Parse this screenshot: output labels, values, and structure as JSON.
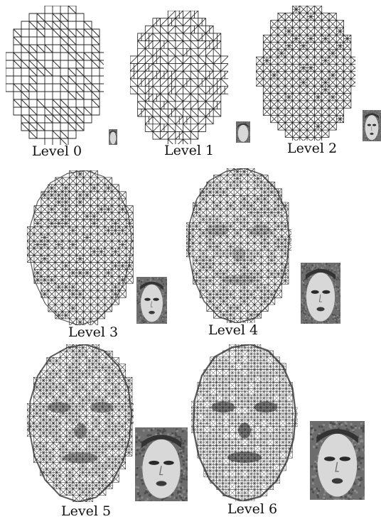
{
  "figure": {
    "levels": [
      {
        "label": "Level 0",
        "mesh_detail": 0
      },
      {
        "label": "Level 1",
        "mesh_detail": 1
      },
      {
        "label": "Level 2",
        "mesh_detail": 2
      },
      {
        "label": "Level 3",
        "mesh_detail": 3
      },
      {
        "label": "Level 4",
        "mesh_detail": 4
      },
      {
        "label": "Level 5",
        "mesh_detail": 5
      },
      {
        "label": "Level 6",
        "mesh_detail": 6
      }
    ]
  }
}
